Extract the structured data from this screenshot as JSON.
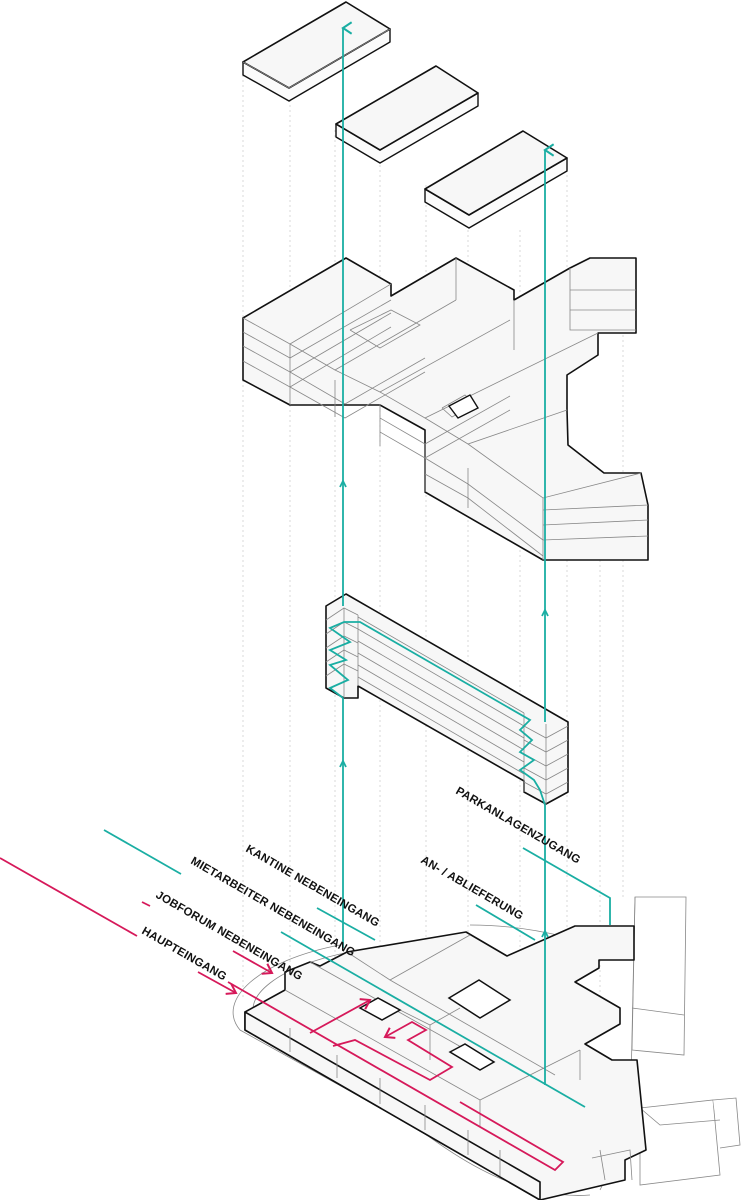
{
  "diagram": {
    "colors": {
      "circulation_staff": "#1aaea3",
      "circulation_main": "#d6195a",
      "outline": "#111111"
    },
    "labels": {
      "haupteingang": "HAUPTEINGANG",
      "jobforum": "JOBFORUM NEBENEINGANG",
      "mitarbeiter": "MIETARBEITER NEBENEINGANG",
      "kantine": "KANTINE NEBENEINGANG",
      "anlieferung": "AN- / ABLIEFERUNG",
      "parkanlage": "PARKANLAGENZUGANG"
    },
    "layers": [
      "roof-slabs",
      "office-floors",
      "parking-garage",
      "ground-floor"
    ]
  }
}
